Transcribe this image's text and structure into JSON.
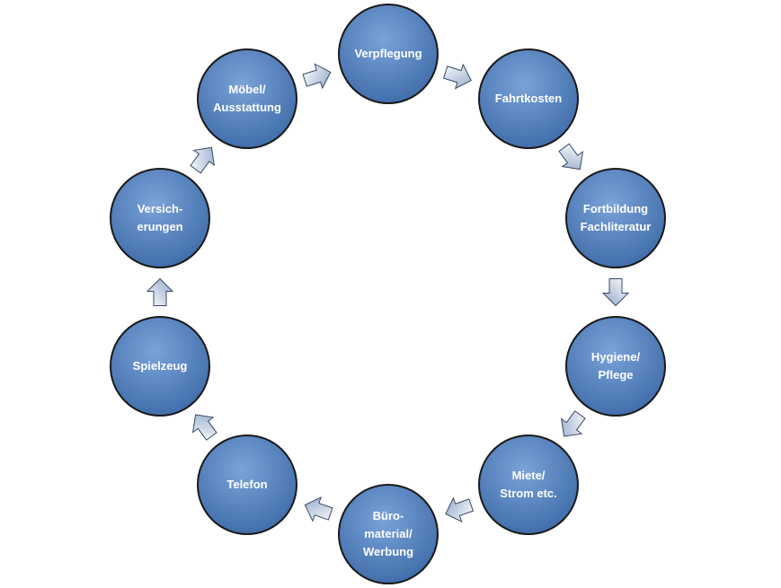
{
  "colors": {
    "node_fill_light": "#6f98cf",
    "node_fill_dark": "#3d6aa8",
    "node_border": "#1a1a1a",
    "arrow_fill_light": "#ffffff",
    "arrow_fill_dark": "#8fa6c8",
    "arrow_border": "#3a4a66",
    "text": "#ffffff"
  },
  "nodes": [
    {
      "id": "verpflegung",
      "lines": [
        "Verpflegung"
      ]
    },
    {
      "id": "fahrtkosten",
      "lines": [
        "Fahrtkosten"
      ]
    },
    {
      "id": "fortbildung",
      "lines": [
        "Fortbildung",
        "Fachliteratur"
      ]
    },
    {
      "id": "hygiene",
      "lines": [
        "Hygiene/",
        "Pflege"
      ]
    },
    {
      "id": "miete",
      "lines": [
        "Miete/",
        "Strom etc."
      ]
    },
    {
      "id": "buero",
      "lines": [
        "Büro-",
        "material/",
        "Werbung"
      ]
    },
    {
      "id": "telefon",
      "lines": [
        "Telefon"
      ]
    },
    {
      "id": "spielzeug",
      "lines": [
        "Spielzeug"
      ]
    },
    {
      "id": "versicherungen",
      "lines": [
        "Versich-",
        "erungen"
      ]
    },
    {
      "id": "moebel",
      "lines": [
        "Möbel/",
        "Ausstattung"
      ]
    }
  ]
}
